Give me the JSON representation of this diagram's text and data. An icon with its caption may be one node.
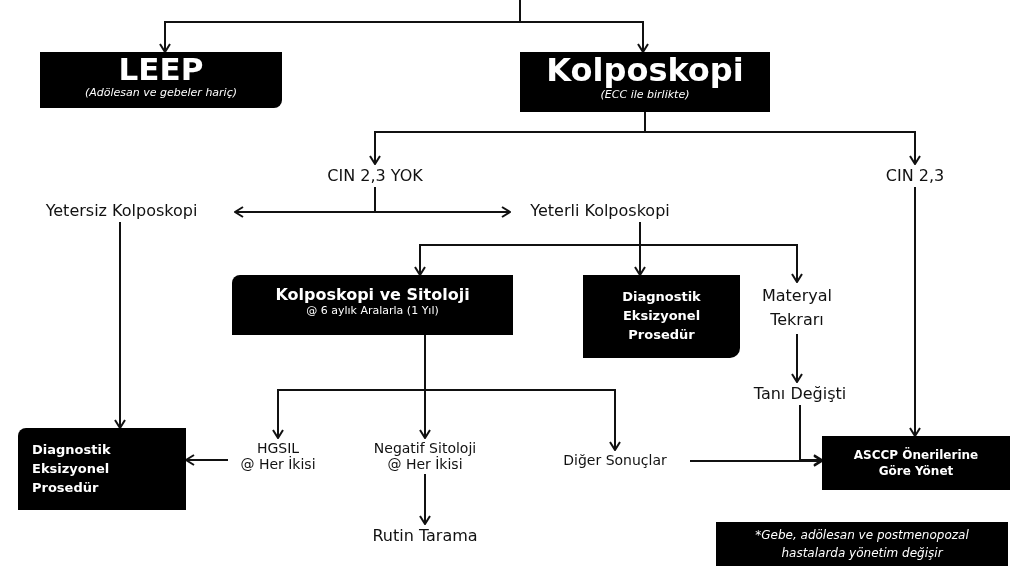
{
  "diagram": {
    "nodes": [
      {
        "text": [
          "LEEP",
          "(Adölesan ve gebeler hariç)"
        ]
      },
      {
        "text": [
          "Kolposkopi",
          "(ECC ile birlikte)"
        ]
      },
      {
        "text": [
          "CIN 2,3 YOK"
        ]
      },
      {
        "text": [
          "CIN 2,3"
        ]
      },
      {
        "text": [
          "Yetersiz Kolposkopi"
        ]
      },
      {
        "text": [
          "Yeterli Kolposkopi"
        ]
      },
      {
        "text": [
          "Kolposkopi ve Sitoloji",
          "@ 6 aylık Aralarla (1 Yıl)"
        ]
      },
      {
        "text": [
          "Diagnostik Eksizyonel Prosedür"
        ]
      },
      {
        "text": [
          "Materyal Tekrarı"
        ]
      },
      {
        "text": [
          "Tanı Değişti"
        ]
      },
      {
        "text": [
          "Diagnostik Eksizyonel Prosedür"
        ]
      },
      {
        "text": [
          "HGSIL",
          "@ Her İkisi"
        ]
      },
      {
        "text": [
          "Negatif Sitoloji",
          "@ Her İkisi"
        ]
      },
      {
        "text": [
          "Diğer Sonuçlar"
        ]
      },
      {
        "text": [
          "Rutin Tarama"
        ]
      },
      {
        "text": [
          "ASCCP Önerilerine Göre Yönet"
        ]
      },
      {
        "text": [
          "*Gebe, adölesan ve postmenopozal hastalarda yönetim değişir"
        ]
      }
    ],
    "edges": [
      {
        "from": null,
        "to": 0,
        "arrow": "to"
      },
      {
        "from": null,
        "to": 1,
        "arrow": "to"
      },
      {
        "from": 1,
        "to": 2,
        "arrow": "to"
      },
      {
        "from": 1,
        "to": 3,
        "arrow": "to"
      },
      {
        "from": 2,
        "to": 4,
        "arrow": "to"
      },
      {
        "from": 2,
        "to": 5,
        "arrow": "to"
      },
      {
        "from": 5,
        "to": 6,
        "arrow": "to"
      },
      {
        "from": 5,
        "to": 7,
        "arrow": "to"
      },
      {
        "from": 5,
        "to": 8,
        "arrow": "to"
      },
      {
        "from": 6,
        "to": 11,
        "arrow": "to"
      },
      {
        "from": 6,
        "to": 12,
        "arrow": "to"
      },
      {
        "from": 6,
        "to": 13,
        "arrow": "to"
      },
      {
        "from": 4,
        "to": 10,
        "arrow": "to"
      },
      {
        "from": 11,
        "to": 10,
        "arrow": "to"
      },
      {
        "from": 8,
        "to": 9,
        "arrow": "to"
      },
      {
        "from": 12,
        "to": 14,
        "arrow": "to"
      },
      {
        "from": 13,
        "to": 15,
        "arrow": "to"
      },
      {
        "from": 9,
        "to": 15,
        "arrow": "to"
      },
      {
        "from": 3,
        "to": 15,
        "arrow": "to"
      }
    ]
  }
}
